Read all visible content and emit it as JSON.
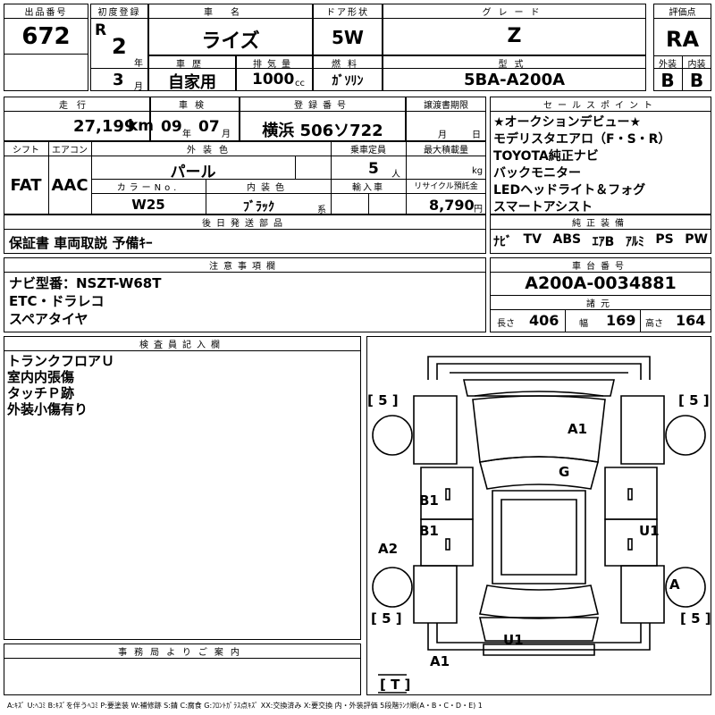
{
  "header": {
    "lot_label": "出品番号",
    "lot_no": "672",
    "first_reg_label": "初度登録",
    "era": "R",
    "year": "2",
    "year_unit": "年",
    "month": "3",
    "month_unit": "月",
    "name_label": "車名",
    "car_name": "ライズ",
    "door_label": "ドア形状",
    "door": "5W",
    "grade_label": "グレード",
    "grade": "Z",
    "score_label": "評価点",
    "score": "RA",
    "history_label": "車歴",
    "history": "自家用",
    "cc_label": "排気量",
    "cc": "1000",
    "cc_unit": "cc",
    "fuel_label": "燃料",
    "fuel": "ｶﾞｿﾘﾝ",
    "model_label": "型式",
    "model": "5BA-A200A",
    "ext_label": "外装",
    "ext": "B",
    "int_label": "内装",
    "int": "B"
  },
  "row2": {
    "mileage_label": "走行",
    "mileage": "27,199",
    "km": "km",
    "inspection_label": "車検",
    "insp_year": "09",
    "insp_year_unit": "年",
    "insp_month": "07",
    "insp_month_unit": "月",
    "reg_label": "登録番号",
    "reg_no": "横浜 506ソ722",
    "transfer_label": "譲渡書期限",
    "transfer_month": "月",
    "transfer_day": "日",
    "shift_label": "シフト",
    "shift": "FAT",
    "ac_label": "エアコン",
    "ac": "AAC",
    "color_label": "外装色",
    "color": "パール",
    "capacity_label": "乗車定員",
    "capacity": "5",
    "capacity_unit": "人",
    "load_label": "最大積載量",
    "load_unit": "kg",
    "colorno_label": "カラーNo.",
    "colorno": "W25",
    "intcolor_label": "内装色",
    "intcolor": "ﾌﾞﾗｯｸ",
    "intcolor_unit": "系",
    "import_label": "輸入車",
    "recycle_label": "リサイクル預託金",
    "recycle": "8,790",
    "recycle_unit": "円"
  },
  "sales": {
    "label": "セールスポイント",
    "points": [
      "★オークションデビュー★",
      "モデリスタエアロ（F・S・R）",
      "TOYOTA純正ナビ",
      "バックモニター",
      "LEDヘッドライト＆フォグ",
      "スマートアシスト"
    ]
  },
  "docs": {
    "label": "後日発送部品",
    "text": "保証書 車両取説 予備ｷｰ"
  },
  "equipment": {
    "label": "純正装備",
    "items": [
      "ﾅﾋﾞ",
      "TV",
      "ABS",
      "ｴｱB",
      "ｱﾙﾐ",
      "PS",
      "PW"
    ]
  },
  "notes": {
    "label": "注意事項欄",
    "lines": [
      "ナビ型番：NSZT-W68T",
      "ETC・ドラレコ",
      "スペアタイヤ"
    ]
  },
  "chassis": {
    "label": "車台番号",
    "number": "A200A-0034881",
    "spec_label": "諸元",
    "len_label": "長さ",
    "len": "406",
    "wid_label": "幅",
    "wid": "169",
    "hgt_label": "高さ",
    "hgt": "164"
  },
  "inspector": {
    "label": "検査員記入欄",
    "lines": [
      "トランクフロアＵ",
      "室内内張傷",
      "タッチＰ跡",
      "外装小傷有り"
    ]
  },
  "office": {
    "label": "事務局よりご案内"
  },
  "diagram": {
    "tire_fl": "[ 5 ]",
    "tire_fr": "[ 5 ]",
    "tire_rl": "[ 5 ]",
    "tire_rr": "[ 5 ]",
    "spare": "[ T ]",
    "marks": {
      "hood": "A1",
      "windshield": "G",
      "door_fl": "B1",
      "door_rl": "B1",
      "fender_rl": "A2",
      "door_rr": "U1",
      "wheel_rr": "A",
      "rear_bumper": "U1",
      "bumper_corner": "A1"
    }
  },
  "legend": "A:ｷｽﾞ U:ﾍｺﾐ B:ｷｽﾞを伴うﾍｺﾐ P:要塗装 W:補修跡 S:錆 C:腐食 G:ﾌﾛﾝﾄｶﾞﾗｽ点ｷｽﾞ XX:交換済み X:要交換 内・外装評価 5段階ﾗﾝｸ順(A・B・C・D・E) 1"
}
